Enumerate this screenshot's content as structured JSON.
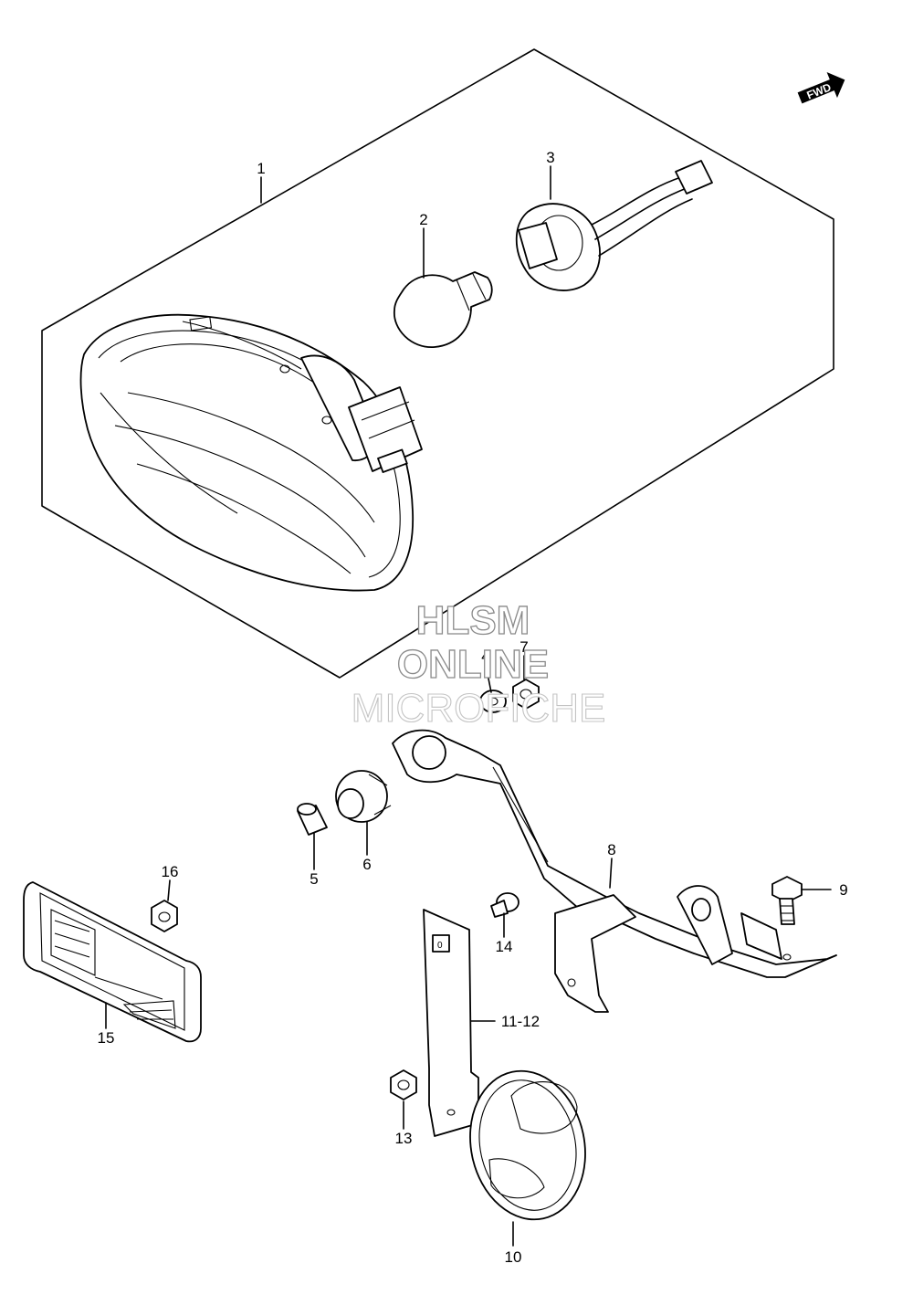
{
  "callouts": [
    {
      "id": "1",
      "label": "1"
    },
    {
      "id": "2",
      "label": "2"
    },
    {
      "id": "3",
      "label": "3"
    },
    {
      "id": "4",
      "label": "4"
    },
    {
      "id": "5",
      "label": "5"
    },
    {
      "id": "6",
      "label": "6"
    },
    {
      "id": "7",
      "label": "7"
    },
    {
      "id": "8",
      "label": "8"
    },
    {
      "id": "9",
      "label": "9"
    },
    {
      "id": "10",
      "label": "10"
    },
    {
      "id": "11-12",
      "label": "11-12"
    },
    {
      "id": "13",
      "label": "13"
    },
    {
      "id": "14",
      "label": "14"
    },
    {
      "id": "15",
      "label": "15"
    },
    {
      "id": "16",
      "label": "16"
    }
  ],
  "direction_indicator": {
    "label": "FWD",
    "icon": "forward-arrow-icon"
  },
  "watermark": {
    "line1": "HLSM",
    "line2": "ONLINE",
    "line3": "MICROFICHE"
  },
  "colors": {
    "ink": "#000000",
    "paper": "#ffffff",
    "watermark": "#8a8a8a"
  }
}
